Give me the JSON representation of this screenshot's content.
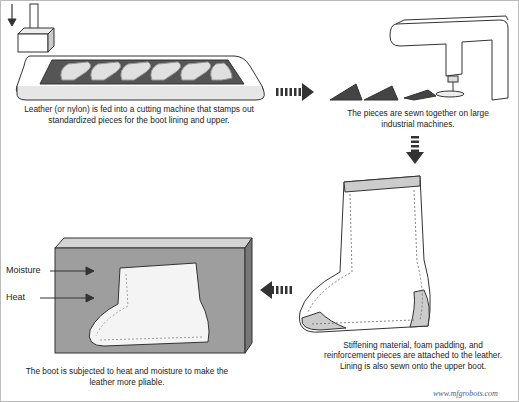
{
  "diagram": {
    "nodes": [
      {
        "text": [
          "Leather (or nylon) is fed into a cutting machine that stamps out standardized pieces for the boot lining and upper."
        ]
      },
      {
        "text": [
          "The pieces are sewn together on large industrial machines."
        ]
      },
      {
        "text": [
          "Stiffening material, foam padding, and reinforcement pieces are attached to the leather. Lining is also sewn onto the upper boot."
        ]
      },
      {
        "text": [
          "The boot is subjected to heat and moisture to make the leather more pliable."
        ]
      }
    ],
    "edges": [
      {
        "from": 0,
        "to": 1,
        "arrow": "to"
      },
      {
        "from": 1,
        "to": 2,
        "arrow": "to"
      },
      {
        "from": 2,
        "to": 3,
        "arrow": "to"
      }
    ],
    "labels": [
      "Moisture",
      "Heat",
      "www.mfgrobots.com"
    ]
  }
}
